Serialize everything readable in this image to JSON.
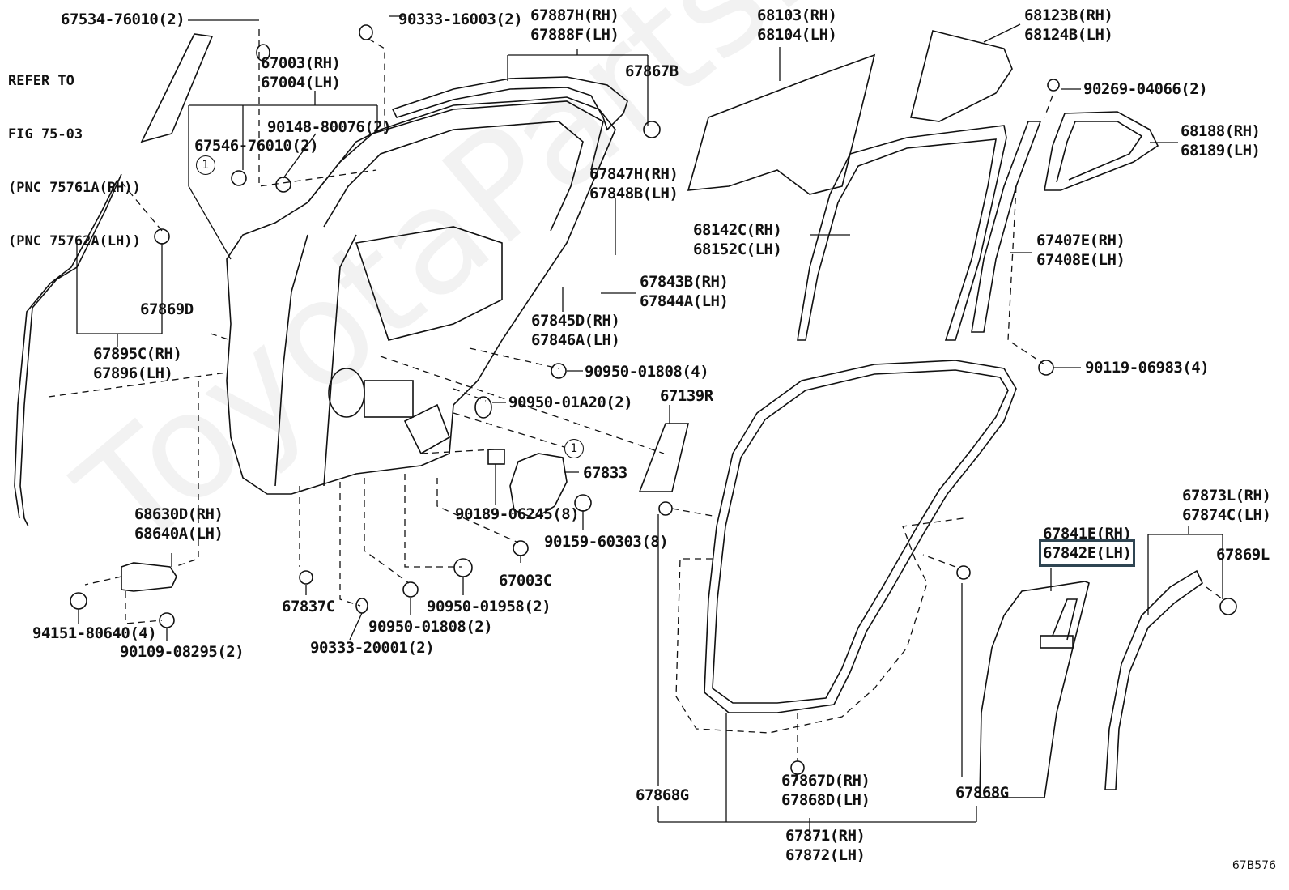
{
  "figure": {
    "figure_number": "67B576",
    "watermark": "ToyotaPartsMine.ru",
    "reference_note": [
      "REFER TO",
      "FIG 75-03",
      "(PNC 75761A(RH))",
      "(PNC 75762A(LH))"
    ],
    "callout_symbol": "1",
    "highlighted_part": "67842E(LH)",
    "highlight_color": "#2f4552"
  },
  "labels": [
    {
      "id": "p67534",
      "lines": [
        "67534-76010(2)"
      ]
    },
    {
      "id": "p90333a",
      "lines": [
        "90333-16003(2)"
      ]
    },
    {
      "id": "p67887",
      "lines": [
        "67887H(RH)",
        "67888F(LH)"
      ]
    },
    {
      "id": "p67867b",
      "lines": [
        "67867B"
      ]
    },
    {
      "id": "p68103",
      "lines": [
        "68103(RH)",
        "68104(LH)"
      ]
    },
    {
      "id": "p68123",
      "lines": [
        "68123B(RH)",
        "68124B(LH)"
      ]
    },
    {
      "id": "p90269",
      "lines": [
        "90269-04066(2)"
      ]
    },
    {
      "id": "p68188",
      "lines": [
        "68188(RH)",
        "68189(LH)"
      ]
    },
    {
      "id": "p67003",
      "lines": [
        "67003(RH)",
        "67004(LH)"
      ]
    },
    {
      "id": "p90148",
      "lines": [
        "90148-80076(2)"
      ]
    },
    {
      "id": "p67546",
      "lines": [
        "67546-76010(2)"
      ]
    },
    {
      "id": "p67847",
      "lines": [
        "67847H(RH)",
        "67848B(LH)"
      ]
    },
    {
      "id": "p68142",
      "lines": [
        "68142C(RH)",
        "68152C(LH)"
      ]
    },
    {
      "id": "p67407",
      "lines": [
        "67407E(RH)",
        "67408E(LH)"
      ]
    },
    {
      "id": "p67869d",
      "lines": [
        "67869D"
      ]
    },
    {
      "id": "p67895",
      "lines": [
        "67895C(RH)",
        "67896(LH)"
      ]
    },
    {
      "id": "p67843",
      "lines": [
        "67843B(RH)",
        "67844A(LH)"
      ]
    },
    {
      "id": "p67845",
      "lines": [
        "67845D(RH)",
        "67846A(LH)"
      ]
    },
    {
      "id": "p90950a",
      "lines": [
        "90950-01808(4)"
      ]
    },
    {
      "id": "p90119",
      "lines": [
        "90119-06983(4)"
      ]
    },
    {
      "id": "p90950b",
      "lines": [
        "90950-01A20(2)"
      ]
    },
    {
      "id": "p67139",
      "lines": [
        "67139R"
      ]
    },
    {
      "id": "p67833",
      "lines": [
        "67833"
      ]
    },
    {
      "id": "p68630",
      "lines": [
        "68630D(RH)",
        "68640A(LH)"
      ]
    },
    {
      "id": "p90189",
      "lines": [
        "90189-06245(8)"
      ]
    },
    {
      "id": "p90159",
      "lines": [
        "90159-60303(8)"
      ]
    },
    {
      "id": "p67873",
      "lines": [
        "67873L(RH)",
        "67874C(LH)"
      ]
    },
    {
      "id": "p67841",
      "lines": [
        "67841E(RH)"
      ]
    },
    {
      "id": "p67842",
      "lines": [
        "67842E(LH)"
      ]
    },
    {
      "id": "p67869l",
      "lines": [
        "67869L"
      ]
    },
    {
      "id": "p67003c",
      "lines": [
        "67003C"
      ]
    },
    {
      "id": "p94151",
      "lines": [
        "94151-80640(4)"
      ]
    },
    {
      "id": "p90109",
      "lines": [
        "90109-08295(2)"
      ]
    },
    {
      "id": "p67837",
      "lines": [
        "67837C"
      ]
    },
    {
      "id": "p90950c",
      "lines": [
        "90950-01958(2)"
      ]
    },
    {
      "id": "p90950d",
      "lines": [
        "90950-01808(2)"
      ]
    },
    {
      "id": "p90333b",
      "lines": [
        "90333-20001(2)"
      ]
    },
    {
      "id": "p67868g1",
      "lines": [
        "67868G"
      ]
    },
    {
      "id": "p67867d",
      "lines": [
        "67867D(RH)",
        "67868D(LH)"
      ]
    },
    {
      "id": "p67868g2",
      "lines": [
        "67868G"
      ]
    },
    {
      "id": "p67871",
      "lines": [
        "67871(RH)",
        "67872(LH)"
      ]
    }
  ]
}
